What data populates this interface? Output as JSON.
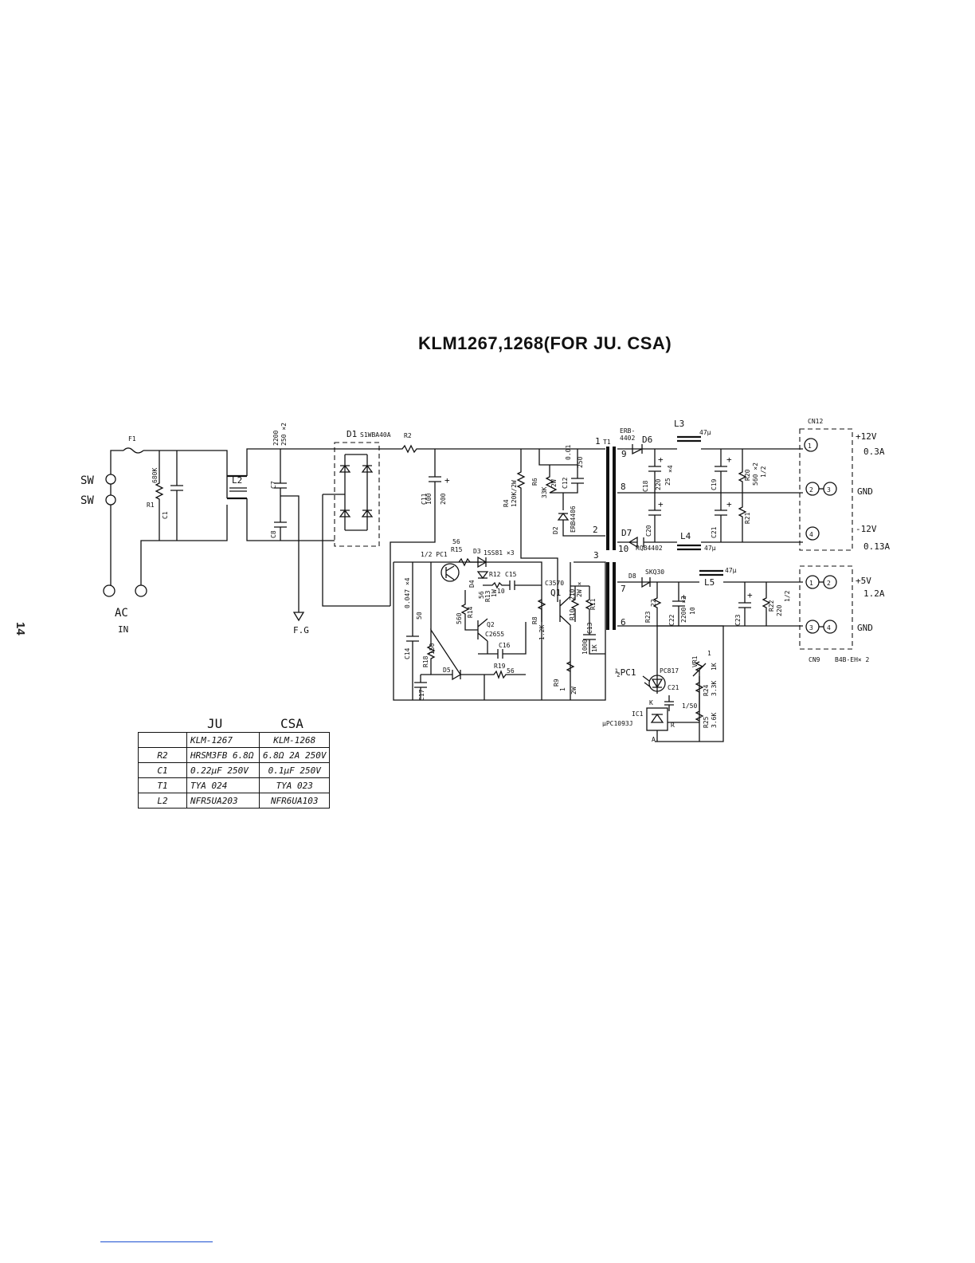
{
  "title": "KLM1267,1268(FOR JU. CSA)",
  "page_number": "14",
  "input_labels": {
    "sw1": "SW",
    "sw2": "SW",
    "ac": "AC",
    "in": "IN",
    "fg": "F.G"
  },
  "components": {
    "f1": "F1",
    "r1": "R1",
    "r1_val": "680K",
    "c1": "C1",
    "l2": "L2",
    "c7": "C7",
    "c8": "C8",
    "c78_val": "2200",
    "c78_val2": "250 ×2",
    "d1": "D1",
    "d1_part": "S1WBA40A",
    "r2": "R2",
    "c11": "C11",
    "c11_val": "100",
    "c11_val2": "200",
    "r4": "R4",
    "r4_val": "120K/2W",
    "r6": "R6",
    "r6_val": "33K",
    "r6_w": "2W",
    "c12": "C12",
    "c12_val": "0.01",
    "c12_val2": "250",
    "d2": "D2",
    "d2_part": "ERB4406",
    "t1": "T1",
    "pin1": "1",
    "pin2": "2",
    "pin3": "3",
    "pin6": "6",
    "pin7": "7",
    "pin8": "8",
    "pin9": "9",
    "pin10": "10",
    "pc1_half": "1/2 PC1",
    "r15": "R15",
    "r15_val": "56",
    "d3": "D3",
    "d3_part": "1SS81 ×3",
    "d4": "D4",
    "r12": "R12",
    "c15": "C15",
    "r13": "R13",
    "r13_val": "56",
    "r13_w": "1W",
    "r10_lbl": "10",
    "c3570": "C3570",
    "q1": "Q1",
    "r10": "R10",
    "r11": "R11",
    "r10_val": "210",
    "r10_val2": "2W ×",
    "c14": "C14",
    "c14_val": "0.047 ×4",
    "c14_val2": "50",
    "r14": "R14",
    "r14_val": "560",
    "q2": "Q2",
    "q2_part": "C2655",
    "r8": "R8",
    "r8_val": "1.2K",
    "c13": "C13",
    "c13_val": "1000",
    "c13_val2": "1K",
    "c16": "C16",
    "r18": "R18",
    "r18_val": "150",
    "d5": "D5",
    "r19": "R19",
    "r19_val": "56",
    "r9": "R9",
    "r9_val": "1",
    "r9_w": "2W",
    "c17": "C17",
    "d6_part": "ERB-",
    "d6_part2": "4402",
    "d6": "D6",
    "l3": "L3",
    "l3_val": "47µ",
    "c18": "C18",
    "c18_val": "220",
    "c18_val2": "25",
    "c18_mult": "×4",
    "c19": "C19",
    "r20": "R20",
    "r20_val": "560 ×2",
    "r20_w": "1/2",
    "r21": "R21",
    "c20": "C20",
    "c21a": "C21",
    "d7": "D7",
    "d7_part": "RQB4402",
    "l4": "L4",
    "l4_val": "47µ",
    "d8": "D8",
    "d8_part": "SKQ30",
    "l5": "L5",
    "l5_val": "47µ",
    "r23": "R23",
    "r23_val": "22",
    "c22": "C22",
    "c22_val": "2200 ×2",
    "c22_val2": "10",
    "c23": "C23",
    "r22": "R22",
    "r22_val": "220",
    "r22_w": "1/2",
    "pc1": "½PC1",
    "pc1_part": "PC817",
    "vr1": "VR1",
    "vr1_val": "1K",
    "vr1_pin": "1",
    "c21": "C21",
    "c21_val": "1/50",
    "r24": "R24",
    "r24_val": "3.3K",
    "r25": "R25",
    "r25_val": "3.6K",
    "ic1": "IC1",
    "ic1_part": "µPC1093J",
    "ic1_k": "K",
    "ic1_r": "R",
    "ic1_a": "A"
  },
  "connectors": {
    "cn12": "CN12",
    "cn9": "CN9",
    "cn9_part": "B4B-EH× 2",
    "p1": "1",
    "p2": "2",
    "p3": "3",
    "p4": "4",
    "p1b": "1",
    "p2b": "2",
    "p3b": "3",
    "p4b": "4"
  },
  "outputs": {
    "v12": "+12V",
    "a12": "0.3A",
    "gnd1": "GND",
    "vm12": "-12V",
    "am12": "0.13A",
    "v5": "+5V",
    "a5": "1.2A",
    "gnd2": "GND"
  },
  "table": {
    "col_ju": "JU",
    "col_csa": "CSA",
    "model_ju": "KLM-1267",
    "model_csa": "KLM-1268",
    "rows": [
      {
        "part": "R2",
        "ju": "HRSM3FB 6.8Ω",
        "csa": "6.8Ω 2A 250V"
      },
      {
        "part": "C1",
        "ju": "0.22µF 250V",
        "csa": "0.1µF 250V"
      },
      {
        "part": "T1",
        "ju": "TYA 024",
        "csa": "TYA 023"
      },
      {
        "part": "L2",
        "ju": "NFR5UA203",
        "csa": "NFR6UA103"
      }
    ]
  }
}
